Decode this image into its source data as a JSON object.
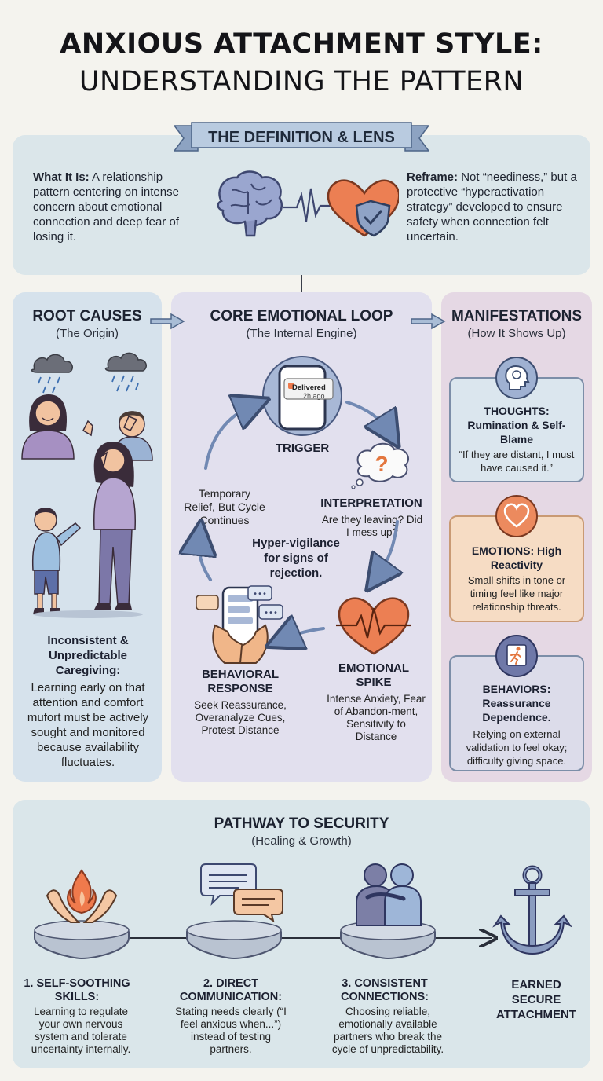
{
  "title": {
    "line1": "ANXIOUS ATTACHMENT STYLE:",
    "line2": "UNDERSTANDING THE PATTERN"
  },
  "definition": {
    "ribbon": "THE DEFINITION & LENS",
    "what_label": "What It Is:",
    "what_text": " A relationship pattern centering on intense concern about emotional connection and deep fear of losing it.",
    "reframe_label": "Reframe:",
    "reframe_text": " Not “neediness,” but a protective “hyperactivation strategy” developed to ensure safety when connection felt uncertain."
  },
  "root_causes": {
    "title": "ROOT CAUSES",
    "subtitle": "(The Origin)",
    "heading": "Inconsistent & Unpredictable Caregiving:",
    "text": "Learning early on that attention and comfort mufort must be actively sought and monitored because availability fluctuates."
  },
  "core_loop": {
    "title": "CORE EMOTIONAL LOOP",
    "subtitle": "(The Internal Engine)",
    "phone_notification": {
      "status": "Delivered",
      "time": "2h ago"
    },
    "trigger": "TRIGGER",
    "interpretation": {
      "label": "INTERPRETATION",
      "text": "Are they leaving? Did I mess up?"
    },
    "center": "Hyper-vigilance for signs of rejection.",
    "relief": "Temporary Relief, But Cycle Continues",
    "spike": {
      "label": "EMOTIONAL SPIKE",
      "text": "Intense Anxiety, Fear of Abandon-ment, Sensitivity to Distance"
    },
    "response": {
      "label": "BEHAVIORAL RESPONSE",
      "text": "Seek Reassurance, Overanalyze Cues, Protest Distance"
    }
  },
  "manifestations": {
    "title": "MANIFESTATIONS",
    "subtitle": "(How It Shows Up)",
    "cards": [
      {
        "icon": "head-icon",
        "title": "THOUGHTS: Rumination & Self-Blame",
        "text": "“If they are distant, I must have caused it.”",
        "color": "#dbe6ee"
      },
      {
        "icon": "heart-icon",
        "title": "EMOTIONS: High Reactivity",
        "text": "Small shifts in tone or timing feel like major relationship threats.",
        "color": "#f6dcc4"
      },
      {
        "icon": "running-person-icon",
        "title": "BEHAVIORS: Reassurance Dependence.",
        "text": "Relying on external validation to feel okay; difficulty giving space.",
        "color": "#dcdcea"
      }
    ]
  },
  "pathway": {
    "title": "PATHWAY TO SECURITY",
    "subtitle": "(Healing & Growth)",
    "steps": [
      {
        "icon": "hands-flame-icon",
        "title": "1. SELF-SOOTHING SKILLS:",
        "text": "Learning to regulate your own nervous system and tolerate uncertainty internally."
      },
      {
        "icon": "speech-bubbles-icon",
        "title": "2. DIRECT COMMUNICATION:",
        "text": "Stating needs clearly (“I feel anxious when...”) instead of testing partners."
      },
      {
        "icon": "embrace-icon",
        "title": "3. CONSISTENT CONNECTIONS:",
        "text": "Choosing reliable, emotionally available partners who break the cycle of unpredictability."
      }
    ],
    "goal": "EARNED SECURE ATTACHMENT"
  },
  "colors": {
    "accent_blue": "#6d7fa3",
    "accent_orange": "#e8744a",
    "dark_text": "#1e1e24"
  }
}
